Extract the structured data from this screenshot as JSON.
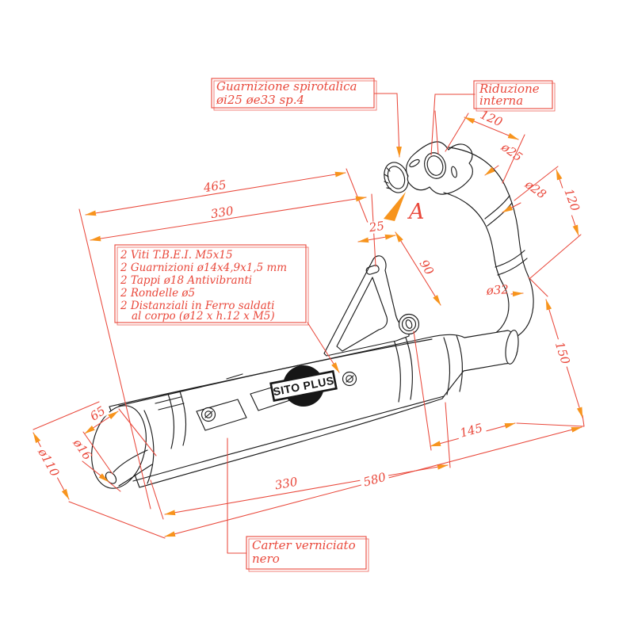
{
  "colors": {
    "dimension_line": "#e9483b",
    "arrowhead": "#f7941d",
    "ink": "#1b1b1b",
    "background": "#ffffff"
  },
  "callouts": {
    "gasket": {
      "line1": "Guarnizione spirotalica",
      "line2": "øi25 øe33 sp.4"
    },
    "reduction": {
      "line1": "Riduzione",
      "line2": "interna"
    },
    "carter": {
      "line1": "Carter verniciato",
      "line2": "nero"
    },
    "parts": {
      "lines": [
        "2  Viti T.B.E.I.  M5x15",
        "2  Guarnizioni ø14x4,9x1,5 mm",
        "2  Tappi ø18 Antivibranti",
        "2  Rondelle ø5",
        "2  Distanziali in Ferro saldati",
        "al corpo (ø12 x h.12 x M5)"
      ]
    },
    "detail_marker": "A",
    "logo": "SITO PLUS"
  },
  "dimensions": {
    "length_total_top": "465",
    "length_body_top": "330",
    "bracket_offset": "25",
    "bracket_height": "90",
    "header_length": "120",
    "pipe_outer": "ø25",
    "pipe_mid": "ø28",
    "bend_drop": "120",
    "pipe_lower": "ø32",
    "tail_drop": "150",
    "end_offset": "145",
    "length_body_bottom": "330",
    "length_total_bottom": "580",
    "tip_offset": "65",
    "tip_diameter": "ø16",
    "body_diameter": "ø110"
  }
}
